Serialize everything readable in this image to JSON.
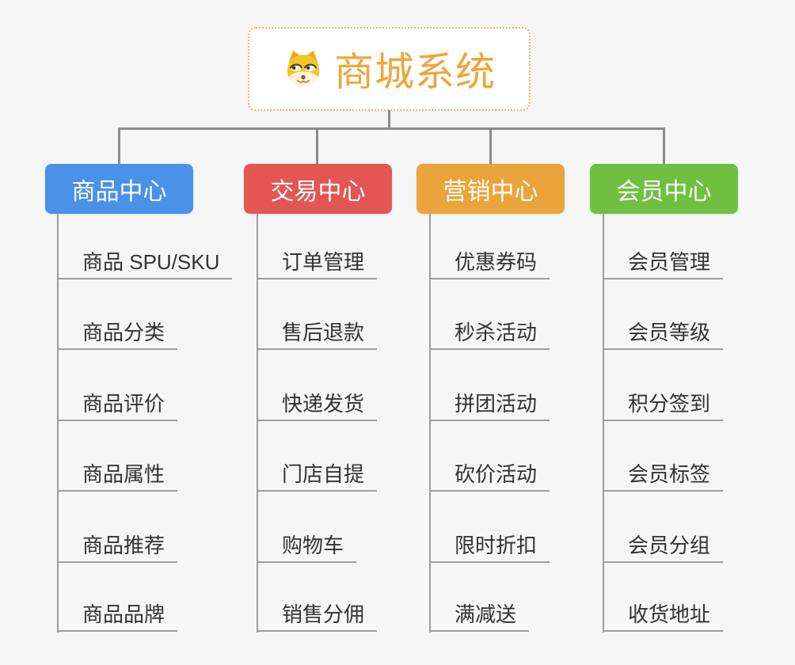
{
  "root": {
    "label": "商城系统",
    "icon": "dog-face-icon",
    "text_color": "#f0a53c",
    "border_color": "#eeb671"
  },
  "branches": [
    {
      "label": "商品中心",
      "color": "#4a91e8",
      "children": [
        "商品 SPU/SKU",
        "商品分类",
        "商品评价",
        "商品属性",
        "商品推荐",
        "商品品牌"
      ]
    },
    {
      "label": "交易中心",
      "color": "#e35654",
      "children": [
        "订单管理",
        "售后退款",
        "快递发货",
        "门店自提",
        "购物车",
        "销售分佣"
      ]
    },
    {
      "label": "营销中心",
      "color": "#eba43b",
      "children": [
        "优惠券码",
        "秒杀活动",
        "拼团活动",
        "砍价活动",
        "限时折扣",
        "满减送"
      ]
    },
    {
      "label": "会员中心",
      "color": "#6fc041",
      "children": [
        "会员管理",
        "会员等级",
        "积分签到",
        "会员标签",
        "会员分组",
        "收货地址"
      ]
    }
  ],
  "connector_color": "#8b8b8b",
  "underline_color": "#9d9d9d",
  "background_color": "#f6f6f7"
}
